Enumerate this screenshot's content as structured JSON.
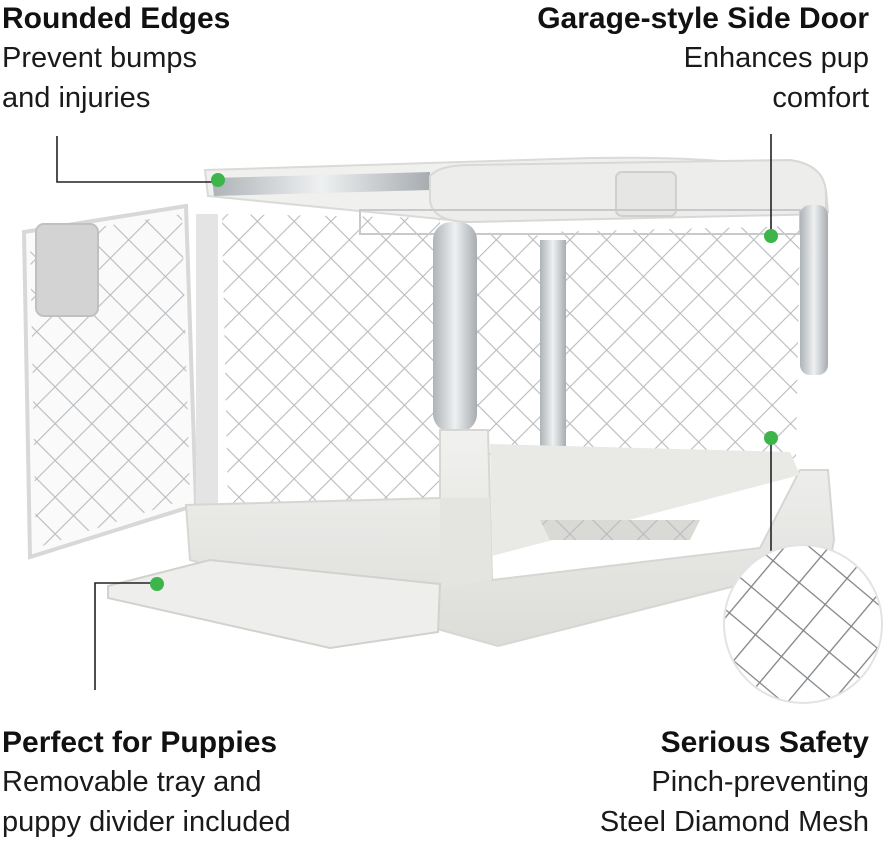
{
  "callouts": {
    "top_left": {
      "title": "Rounded Edges",
      "desc_line1": "Prevent bumps",
      "desc_line2": "and injuries"
    },
    "top_right": {
      "title": "Garage-style Side Door",
      "desc_line1": "Enhances pup",
      "desc_line2": "comfort"
    },
    "bottom_left": {
      "title": "Perfect for Puppies",
      "desc_line1": "Removable tray and",
      "desc_line2": "puppy divider included"
    },
    "bottom_right": {
      "title": "Serious Safety",
      "desc_line1": "Pinch-preventing",
      "desc_line2": "Steel Diamond Mesh"
    }
  },
  "colors": {
    "marker": "#3db54a",
    "crate_body": "#ececea",
    "aluminum": "#cfd3d6",
    "mesh": "#b9bcbf",
    "leader": "#222222"
  },
  "icons": {
    "marker": "green-dot",
    "zoom": "mesh-detail-circle"
  }
}
